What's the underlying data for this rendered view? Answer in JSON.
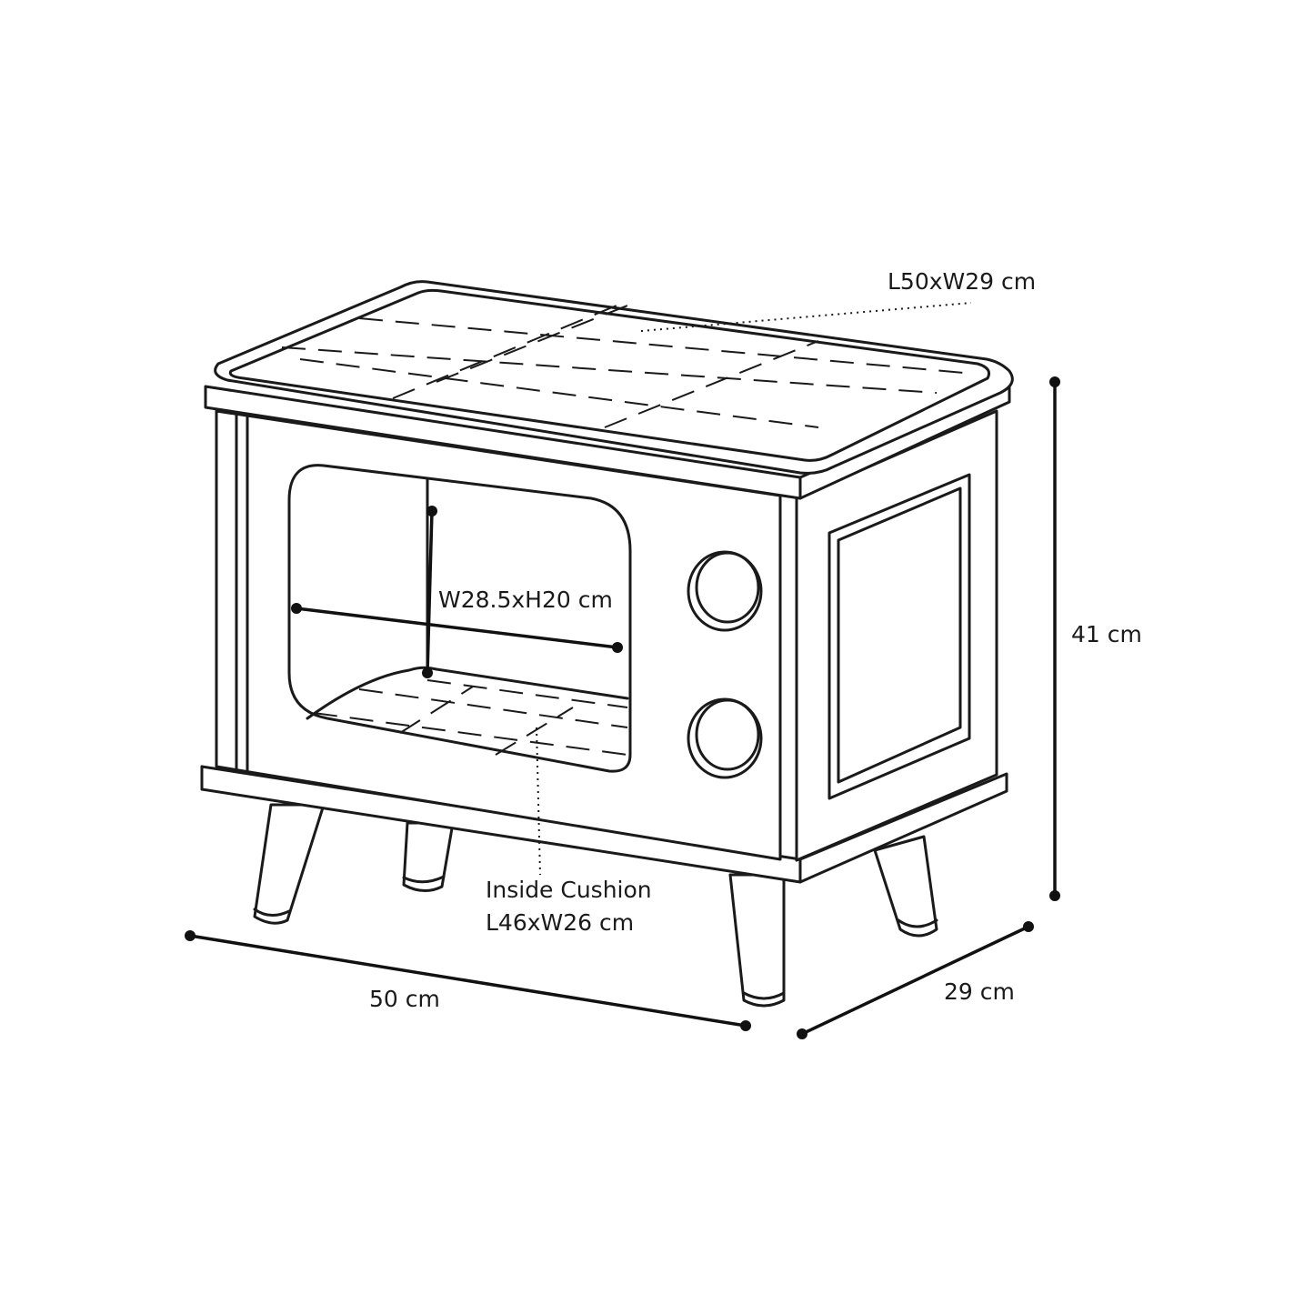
{
  "labels": {
    "top_surface": "L50xW29 cm",
    "opening": "W28.5xH20 cm",
    "height": "41 cm",
    "cushion_line1": "Inside Cushion",
    "cushion_line2": "L46xW26 cm",
    "length": "50 cm",
    "depth": "29 cm"
  },
  "colors": {
    "line": "#1a1a1a",
    "background": "#ffffff"
  }
}
